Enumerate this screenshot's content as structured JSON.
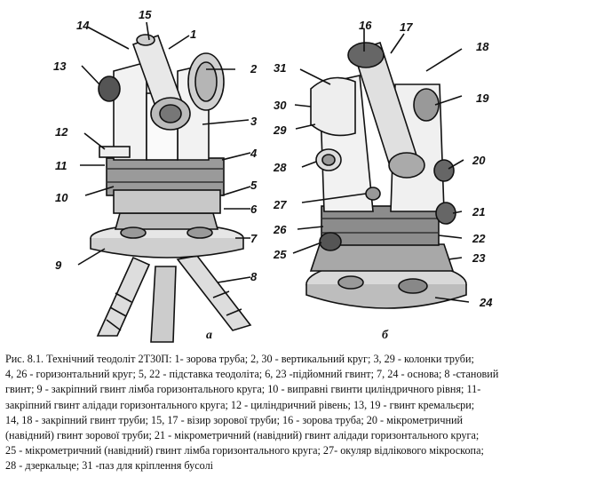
{
  "figure": {
    "labels_a": [
      "14",
      "15",
      "1",
      "13",
      "2",
      "3",
      "12",
      "4",
      "11",
      "10",
      "5",
      "6",
      "7",
      "9",
      "8"
    ],
    "labels_b": [
      "16",
      "17",
      "18",
      "31",
      "19",
      "30",
      "29",
      "20",
      "28",
      "27",
      "21",
      "26",
      "22",
      "25",
      "23",
      "24"
    ],
    "sub_a": "а",
    "sub_b": "б"
  },
  "caption": {
    "lines": [
      "Рис. 8.1. Технічний теодоліт 2Т30П: 1- зорова труба; 2, 30 - вертикальний круг; 3, 29 - колонки труби;",
      "4, 26 - горизонтальний круг; 5, 22 - підставка теодоліта; 6, 23 -підйомний гвинт; 7, 24 - основа; 8 -становий",
      "гвинт; 9 - закріпний гвинт лімба горизонтального круга; 10 - виправні гвинти циліндричного рівня; 11-",
      "закріпний гвинт алідади горизонтального круга; 12 - циліндричний рівень; 13, 19 - гвинт кремальєри;",
      "14, 18 - закріпний гвинт труби; 15, 17 - візир зорової труби; 16 - зорова труба; 20 - мікрометричний",
      "(навідний) гвинт зорової труби; 21 - мікрометричний (навідний) гвинт алідади горизонтального круга;",
      "25 - мікрометричний (навідний) гвинт лімба горизонтального круга; 27- окуляр відлікового мікроскопа;",
      "28 - дзеркальце; 31 -паз для кріплення бусолі"
    ]
  }
}
